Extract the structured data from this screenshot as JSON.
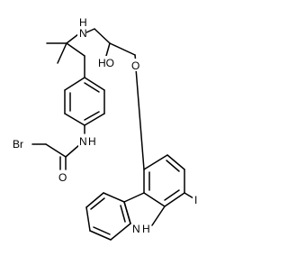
{
  "labels": {
    "nh_top": "H",
    "n_top": "N",
    "oh": "HO",
    "o_ether": "O",
    "br": "Br",
    "o_carbonyl": "O",
    "amide_n": "N",
    "amide_h": "H",
    "iodo": "I",
    "ring_n": "N",
    "ring_h": "H"
  }
}
